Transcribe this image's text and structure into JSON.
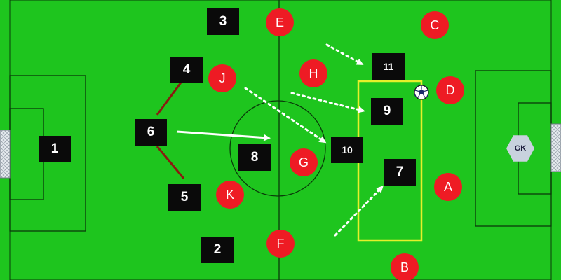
{
  "colors": {
    "pitch": "#1ec51e",
    "lines": "#0a3a0a",
    "attacker_fill": "#0a0a0a",
    "defender_fill": "#ee1b24",
    "goalkeeper_fill": "#c8d2de",
    "zone_outline": "#e6f02a",
    "pass_arrow": "#ffffff",
    "link_line": "#8a1a10"
  },
  "attackers": [
    {
      "id": "1",
      "label": "1"
    },
    {
      "id": "2",
      "label": "2"
    },
    {
      "id": "3",
      "label": "3"
    },
    {
      "id": "4",
      "label": "4"
    },
    {
      "id": "5",
      "label": "5"
    },
    {
      "id": "6",
      "label": "6"
    },
    {
      "id": "7",
      "label": "7"
    },
    {
      "id": "8",
      "label": "8"
    },
    {
      "id": "9",
      "label": "9"
    },
    {
      "id": "10",
      "label": "10"
    },
    {
      "id": "11",
      "label": "11"
    }
  ],
  "defenders": [
    {
      "id": "A",
      "label": "A"
    },
    {
      "id": "B",
      "label": "B"
    },
    {
      "id": "C",
      "label": "C"
    },
    {
      "id": "D",
      "label": "D"
    },
    {
      "id": "E",
      "label": "E"
    },
    {
      "id": "F",
      "label": "F"
    },
    {
      "id": "G",
      "label": "G"
    },
    {
      "id": "H",
      "label": "H"
    },
    {
      "id": "J",
      "label": "J"
    },
    {
      "id": "K",
      "label": "K"
    }
  ],
  "goalkeeper": {
    "label": "GK"
  },
  "ball": {
    "icon": "soccer-ball-icon"
  }
}
